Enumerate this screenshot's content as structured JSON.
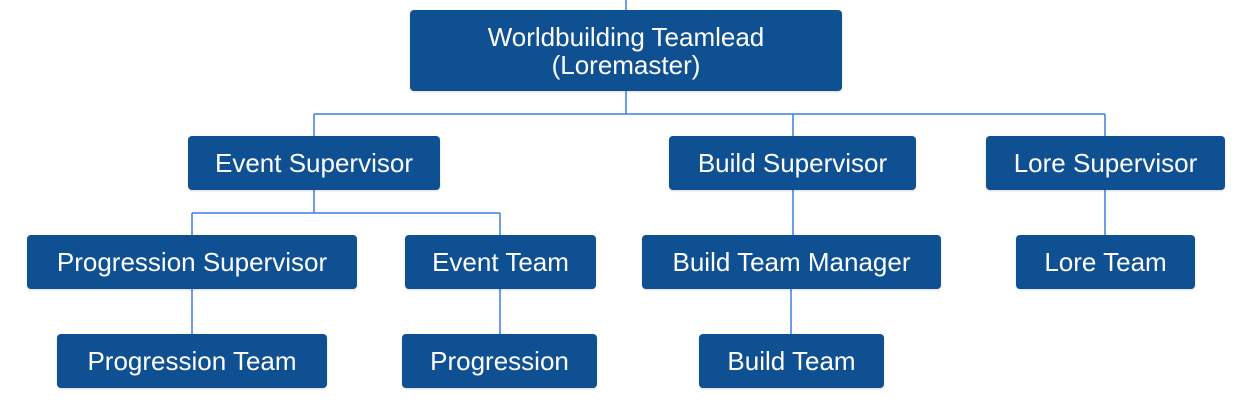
{
  "colors": {
    "node_fill": "#0f5092",
    "connector": "#3d7ee0",
    "node_text": "#ffffff"
  },
  "nodes": {
    "root": "Worldbuilding Teamlead\n(Loremaster)",
    "event_supervisor": "Event Supervisor",
    "build_supervisor": "Build Supervisor",
    "lore_supervisor": "Lore Supervisor",
    "progression_supervisor": "Progression Supervisor",
    "event_team": "Event Team",
    "build_team_manager": "Build Team Manager",
    "lore_team": "Lore Team",
    "progression_team": "Progression Team",
    "progression": "Progression",
    "build_team": "Build Team"
  }
}
